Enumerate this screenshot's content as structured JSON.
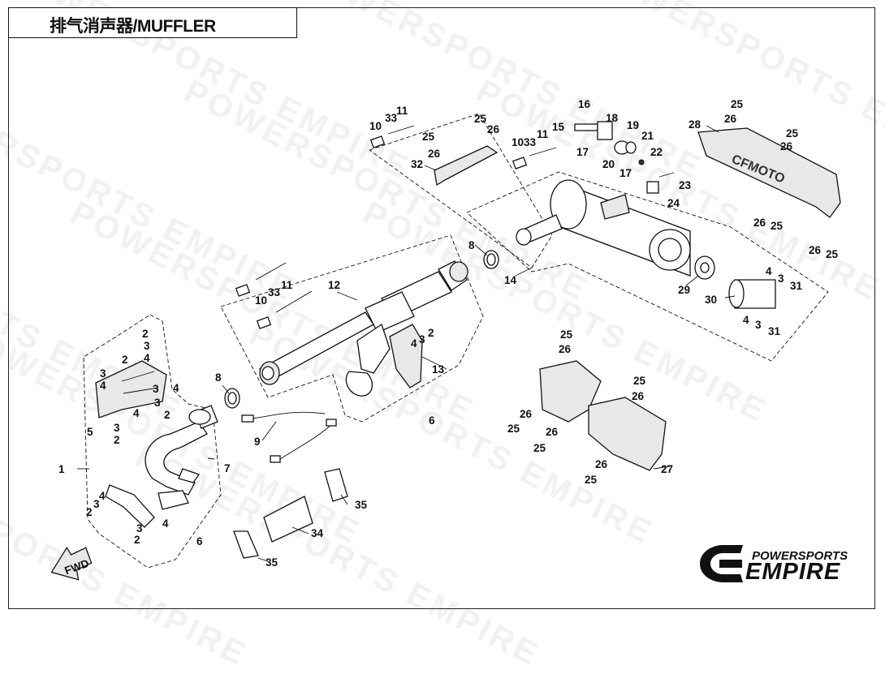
{
  "title": "排气消声器/MUFFLER",
  "watermark": "POWERSPORTS EMPIRE",
  "logo": {
    "line1": "POWERSPORTS",
    "line2": "EMPIRE"
  },
  "fwd_label": "FWD",
  "callouts": {
    "c1": "1",
    "c2a": "2",
    "c2b": "2",
    "c2c": "2",
    "c2d": "2",
    "c2e": "2",
    "c2f": "2",
    "c2g": "2",
    "c3a": "3",
    "c3b": "3",
    "c3c": "3",
    "c3d": "3",
    "c3e": "3",
    "c3f": "3",
    "c3g": "3",
    "c3h": "3",
    "c3i": "3",
    "c3j": "3",
    "c4a": "4",
    "c4b": "4",
    "c4c": "4",
    "c4d": "4",
    "c4e": "4",
    "c4f": "4",
    "c4g": "4",
    "c4h": "4",
    "c4i": "4",
    "c5": "5",
    "c6a": "6",
    "c6b": "6",
    "c7": "7",
    "c8a": "8",
    "c8b": "8",
    "c9": "9",
    "c10a": "10",
    "c10b": "10",
    "c10c": "10",
    "c11a": "11",
    "c11b": "11",
    "c11c": "11",
    "c12": "12",
    "c13": "13",
    "c14": "14",
    "c15": "15",
    "c16": "16",
    "c17a": "17",
    "c17b": "17",
    "c18": "18",
    "c19": "19",
    "c20": "20",
    "c21": "21",
    "c22": "22",
    "c23": "23",
    "c24": "24",
    "c25a": "25",
    "c25b": "25",
    "c25c": "25",
    "c25d": "25",
    "c25e": "25",
    "c25f": "25",
    "c25g": "25",
    "c25h": "25",
    "c25i": "25",
    "c25j": "25",
    "c25k": "25",
    "c26a": "26",
    "c26b": "26",
    "c26c": "26",
    "c26d": "26",
    "c26e": "26",
    "c26f": "26",
    "c26g": "26",
    "c26h": "26",
    "c26i": "26",
    "c26j": "26",
    "c26k": "26",
    "c27": "27",
    "c28": "28",
    "c29": "29",
    "c30": "30",
    "c31a": "31",
    "c31b": "31",
    "c32": "32",
    "c33a": "33",
    "c33b": "33",
    "c33c": "33",
    "c34": "34",
    "c35a": "35",
    "c35b": "35"
  }
}
